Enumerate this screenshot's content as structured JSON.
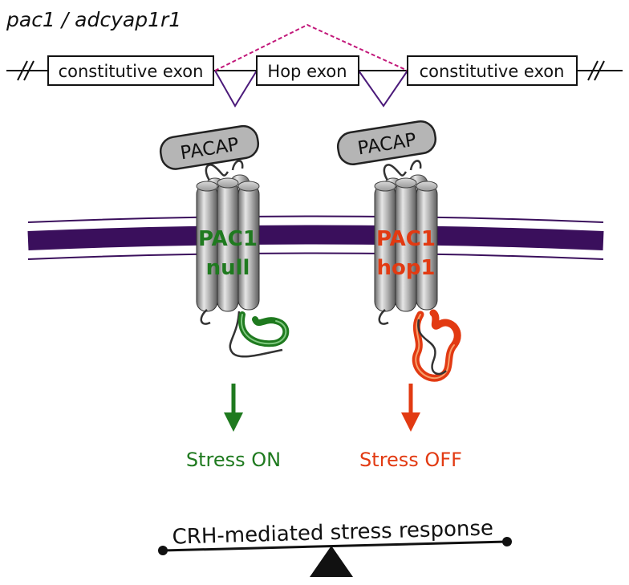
{
  "gene": {
    "title": "pac1 / adcyap1r1"
  },
  "exons": {
    "left": "constitutive exon",
    "middle": "Hop exon",
    "right": "constitutive exon"
  },
  "receptors": {
    "left": {
      "ligand": "PACAP",
      "name": "PAC1",
      "variant": "null",
      "effect": "Stress ON"
    },
    "right": {
      "ligand": "PACAP",
      "name": "PAC1",
      "variant": "hop1",
      "effect": "Stress OFF"
    }
  },
  "balance": {
    "label": "CRH-mediated stress response"
  },
  "colors": {
    "membrane": "#3a0f5c",
    "splice": "#4b1a7a",
    "splice_skip": "#c2187a",
    "null": "#1f7a1f",
    "hop": "#e23a12",
    "receptor": "#8e8e8e"
  }
}
